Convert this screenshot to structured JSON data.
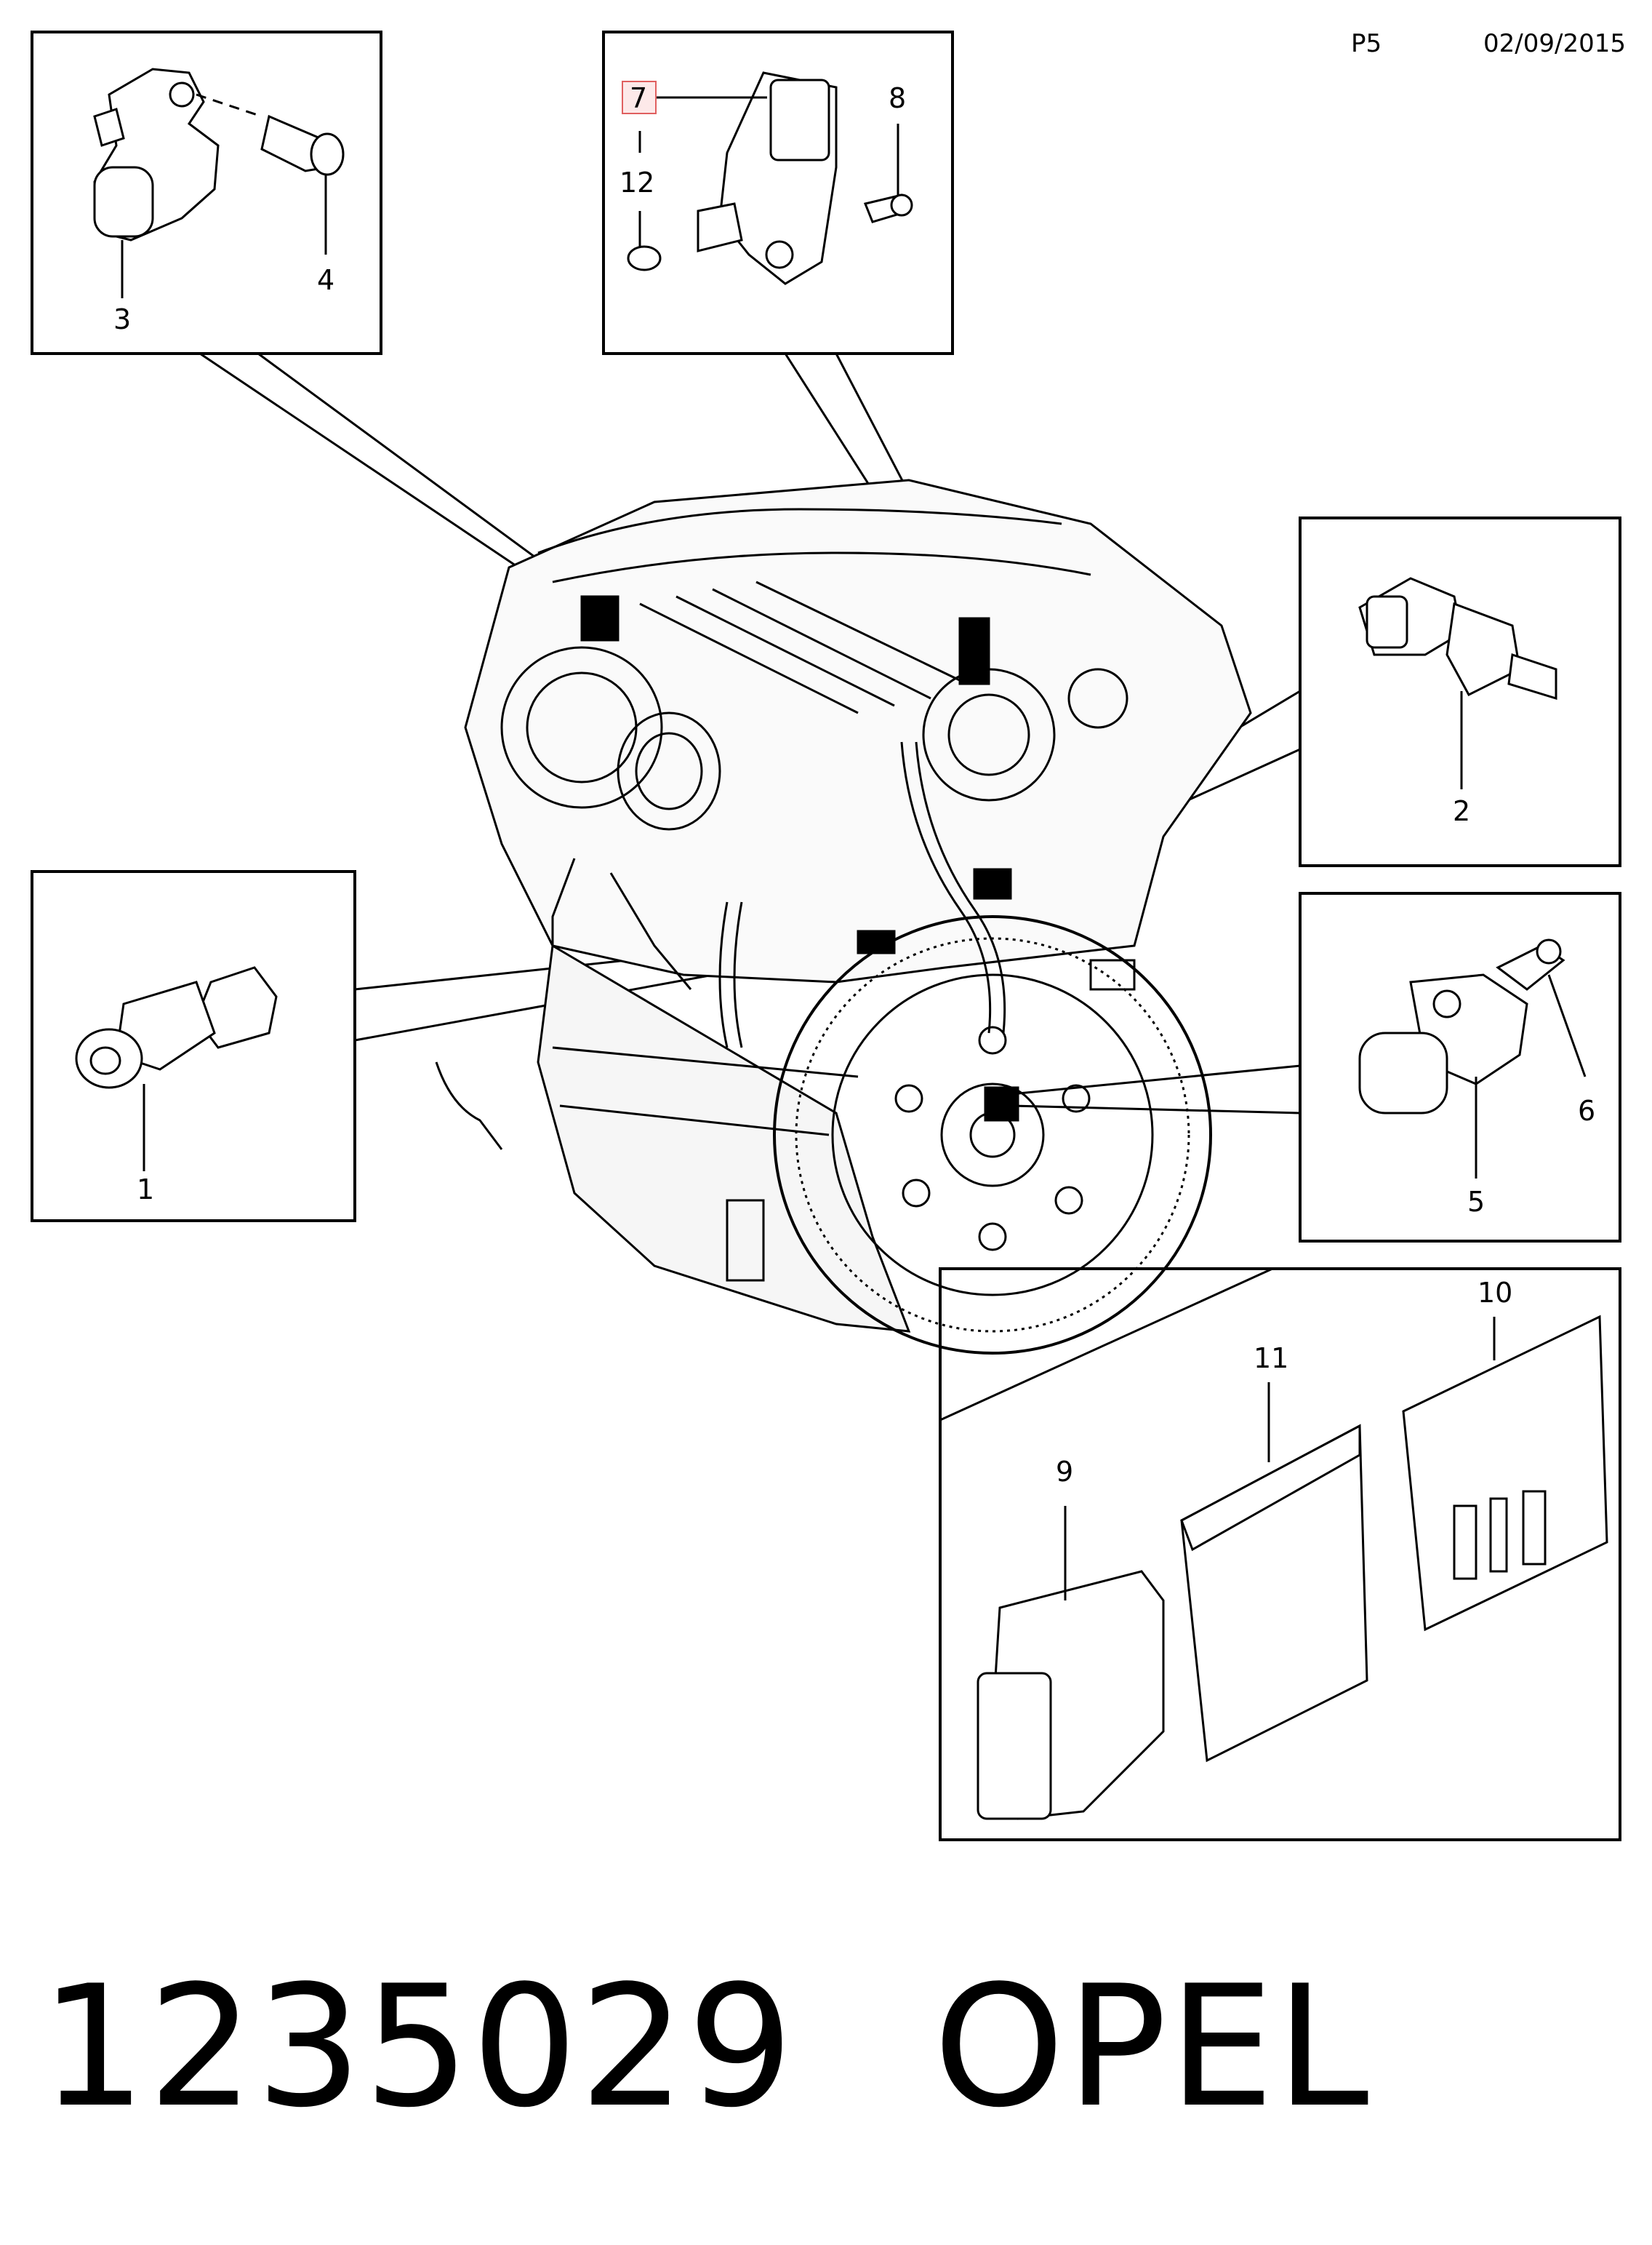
{
  "header": {
    "page_code": "P5",
    "date": "02/09/2015"
  },
  "callouts": {
    "c1": "1",
    "c2": "2",
    "c3": "3",
    "c4": "4",
    "c5": "5",
    "c6": "6",
    "c7": "7",
    "c8": "8",
    "c9": "9",
    "c10": "10",
    "c11": "11",
    "c12": "12"
  },
  "highlight_color": "#e06060",
  "footer": {
    "part_number": "1235029",
    "brand": "OPEL"
  }
}
